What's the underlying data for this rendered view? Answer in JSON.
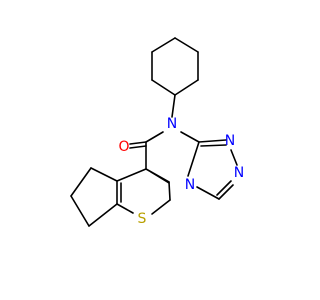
{
  "molecule": {
    "atoms": {
      "oxygen": {
        "symbol": "O",
        "color": "#FF0000"
      },
      "n_cyclohexyl": {
        "symbol": "N",
        "color": "#0000FF"
      },
      "n_triazole_top": {
        "symbol": "N",
        "color": "#0000FF"
      },
      "n_triazole_right": {
        "symbol": "N",
        "color": "#0000FF"
      },
      "n_bridge": {
        "symbol": "N",
        "color": "#0000FF"
      },
      "sulfur": {
        "symbol": "S",
        "color": "#B8A000"
      }
    }
  }
}
